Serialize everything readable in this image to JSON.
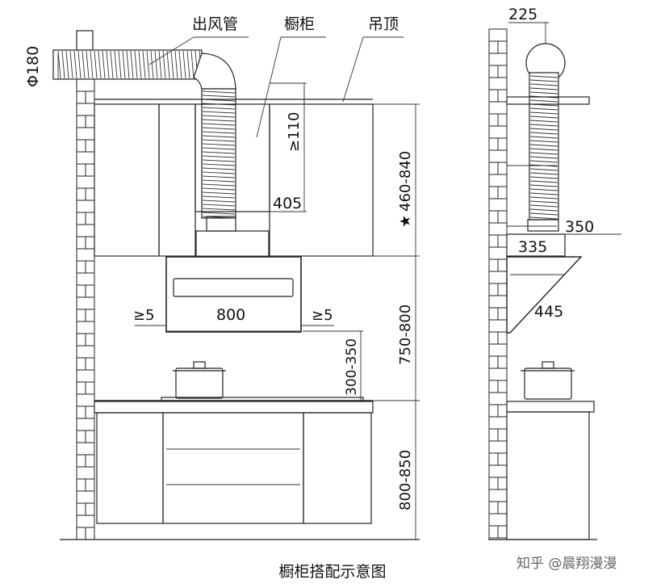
{
  "labels": {
    "duct_outlet": "出风管",
    "cabinet": "橱柜",
    "ceiling": "吊顶",
    "duct_diameter": "Φ180",
    "min_gap_top": "≥110",
    "upper_height": "460-840",
    "star_mark": "★",
    "hood_depth": "405",
    "gap_left": "≥5",
    "hood_width": "800",
    "gap_right": "≥5",
    "hood_to_counter": "750-800",
    "pot_clearance": "300-350",
    "counter_height": "800-850",
    "side_top": "225",
    "side_duct": "350",
    "side_depth": "335",
    "side_diag": "445"
  },
  "caption": "橱柜搭配示意图",
  "watermark": "知乎 @晨翔漫漫"
}
